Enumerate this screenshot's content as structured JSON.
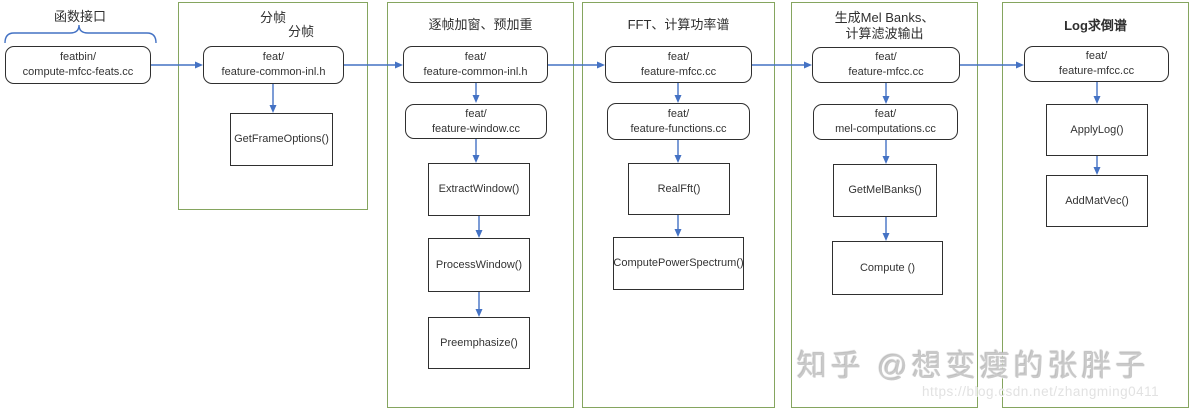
{
  "diagram_type": "flowchart",
  "colors": {
    "arrow_blue": "#4472c4",
    "section_border_green": "#85a55f",
    "node_border_black": "#2f2f2f",
    "watermark_gray": "#c9c9c9",
    "watermark_url_gray": "#e2e2e2"
  },
  "sections": [
    {
      "title": "函数接口",
      "nodes": [
        {
          "type": "rounded",
          "line1": "featbin/",
          "line2": "compute-mfcc-feats.cc"
        }
      ]
    },
    {
      "title": "分帧",
      "title_line2": "分帧",
      "nodes": [
        {
          "type": "rounded",
          "line1": "feat/",
          "line2": "feature-common-inl.h"
        },
        {
          "type": "rect",
          "label": "GetFrameOptions()"
        }
      ]
    },
    {
      "title": "逐帧加窗、预加重",
      "nodes": [
        {
          "type": "rounded",
          "line1": "feat/",
          "line2": "feature-common-inl.h"
        },
        {
          "type": "rounded",
          "line1": "feat/",
          "line2": "feature-window.cc"
        },
        {
          "type": "rect",
          "label": "ExtractWindow()"
        },
        {
          "type": "rect",
          "label": "ProcessWindow()"
        },
        {
          "type": "rect",
          "label": "Preemphasize()"
        }
      ]
    },
    {
      "title": "FFT、计算功率谱",
      "nodes": [
        {
          "type": "rounded",
          "line1": "feat/",
          "line2": "feature-mfcc.cc"
        },
        {
          "type": "rounded",
          "line1": "feat/",
          "line2": "feature-functions.cc"
        },
        {
          "type": "rect",
          "label": "RealFft()"
        },
        {
          "type": "rect",
          "label": "ComputePowerSpectrum()"
        }
      ]
    },
    {
      "title": "生成Mel Banks、",
      "title_line2": "计算滤波输出",
      "nodes": [
        {
          "type": "rounded",
          "line1": "feat/",
          "line2": "feature-mfcc.cc"
        },
        {
          "type": "rounded",
          "line1": "feat/",
          "line2": "mel-computations.cc"
        },
        {
          "type": "rect",
          "label": "GetMelBanks()"
        },
        {
          "type": "rect",
          "label": "Compute ()"
        }
      ]
    },
    {
      "title": "Log求倒谱",
      "nodes": [
        {
          "type": "rounded",
          "line1": "feat/",
          "line2": "feature-mfcc.cc"
        },
        {
          "type": "rect",
          "label": "ApplyLog()"
        },
        {
          "type": "rect",
          "label": "AddMatVec()"
        }
      ]
    }
  ],
  "watermark": {
    "brand": "知乎 @想变瘦的张胖子",
    "url": "https://blog.csdn.net/zhangming0411"
  }
}
